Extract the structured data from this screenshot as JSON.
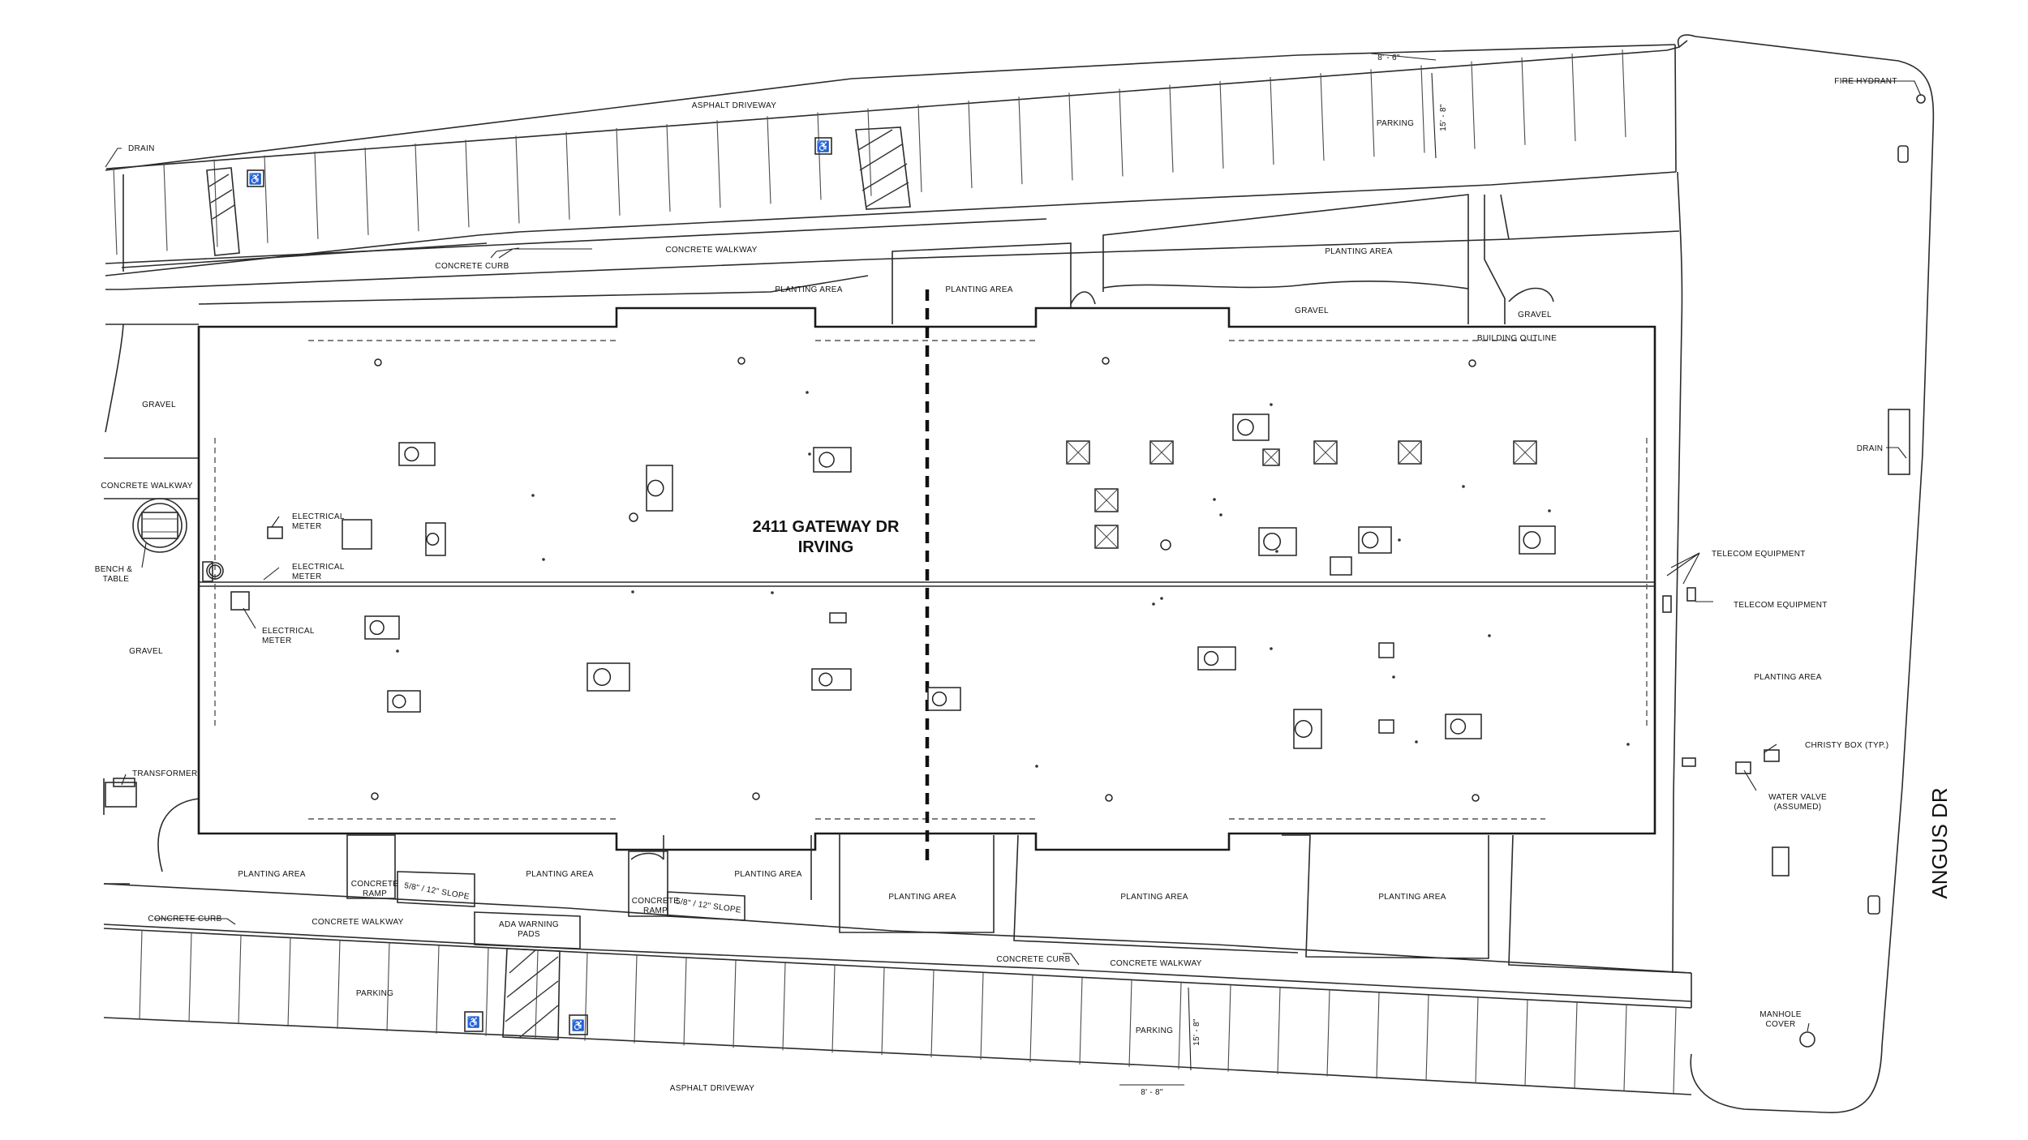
{
  "building": {
    "name_line1": "2411 GATEWAY DR",
    "name_line2": "IRVING",
    "outline_label": "BUILDING OUTLINE"
  },
  "streets": {
    "east": "ANGUS DR"
  },
  "labels": {
    "asphalt_driveway_north": "ASPHALT DRIVEWAY",
    "asphalt_driveway_south": "ASPHALT DRIVEWAY",
    "drain_nw": "DRAIN",
    "drain_east": "DRAIN",
    "fire_hydrant": "FIRE HYDRANT",
    "parking_north": "PARKING",
    "parking_south_left": "PARKING",
    "parking_south_right": "PARKING",
    "stall_width_north": "8' - 6\"",
    "stall_depth_north": "15' - 8\"",
    "stall_width_south": "8' - 8\"",
    "stall_depth_south": "15' - 8\"",
    "concrete_curb_north": "CONCRETE CURB",
    "concrete_curb_sw": "CONCRETE CURB",
    "concrete_curb_south": "CONCRETE CURB",
    "concrete_walkway_north": "CONCRETE WALKWAY",
    "concrete_walkway_west": "CONCRETE WALKWAY",
    "concrete_walkway_sw": "CONCRETE WALKWAY",
    "concrete_walkway_south": "CONCRETE WALKWAY",
    "planting_area_n1": "PLANTING AREA",
    "planting_area_n2": "PLANTING AREA",
    "planting_area_ne": "PLANTING AREA",
    "planting_area_east": "PLANTING AREA",
    "planting_area_s1": "PLANTING AREA",
    "planting_area_s2": "PLANTING AREA",
    "planting_area_s3": "PLANTING AREA",
    "planting_area_s4": "PLANTING AREA",
    "planting_area_s5": "PLANTING AREA",
    "planting_area_s6": "PLANTING AREA",
    "gravel_north": "GRAVEL",
    "gravel_ne": "GRAVEL",
    "gravel_west_upper": "GRAVEL",
    "gravel_west_lower": "GRAVEL",
    "electrical_meter_1a": "ELECTRICAL",
    "electrical_meter_1b": "METER",
    "electrical_meter_2a": "ELECTRICAL",
    "electrical_meter_2b": "METER",
    "electrical_meter_3a": "ELECTRICAL",
    "electrical_meter_3b": "METER",
    "bench_table_a": "BENCH &",
    "bench_table_b": "TABLE",
    "transformer": "TRANSFORMER",
    "telecom_1": "TELECOM EQUIPMENT",
    "telecom_2": "TELECOM EQUIPMENT",
    "christy_box": "CHRISTY BOX (TYP.)",
    "water_valve_a": "WATER VALVE",
    "water_valve_b": "(ASSUMED)",
    "manhole_a": "MANHOLE",
    "manhole_b": "COVER",
    "ramp1_a": "CONCRETE",
    "ramp1_b": "RAMP",
    "ramp2_a": "CONCRETE",
    "ramp2_b": "RAMP",
    "slope_1": "5/8\" / 12\" SLOPE",
    "slope_2": "5/8\" / 12\" SLOPE",
    "ada_a": "ADA WARNING",
    "ada_b": "PADS"
  },
  "colors": {
    "linework": "#2b2b2b",
    "background": "#ffffff"
  }
}
